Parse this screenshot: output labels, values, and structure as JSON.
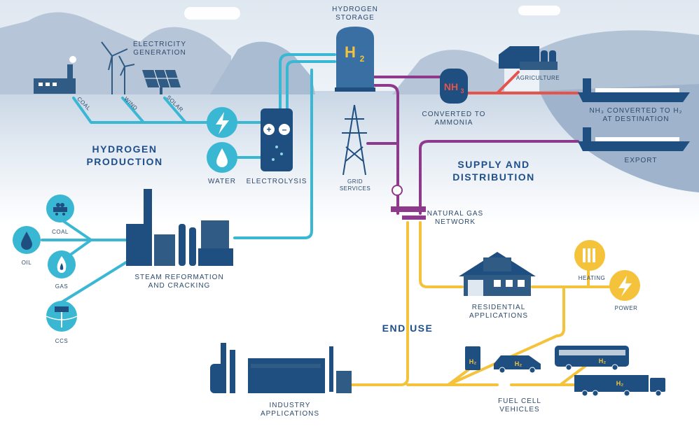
{
  "sections": {
    "production": [
      "HYDROGEN",
      "PRODUCTION"
    ],
    "supply": [
      "SUPPLY AND",
      "DISTRIBUTION"
    ],
    "end_use": "END USE"
  },
  "labels": {
    "electricity_generation": [
      "ELECTRICITY",
      "GENERATION"
    ],
    "coal_line": "COAL",
    "wind_line": "WIND",
    "solar_line": "SOLAR",
    "water": "WATER",
    "electrolysis": "ELECTROLYSIS",
    "hydrogen_storage": [
      "HYDROGEN",
      "STORAGE"
    ],
    "h2_symbol": "H",
    "h2_sub": "2",
    "nh3_symbol": "NH",
    "nh3_sub": "3",
    "converted_ammonia": [
      "CONVERTED TO",
      "AMMONIA"
    ],
    "agriculture": "AGRICULTURE",
    "nh3_destination": [
      "NH₃ CONVERTED TO H₂",
      "AT DESTINATION"
    ],
    "export": "EXPORT",
    "grid_services": [
      "GRID",
      "SERVICES"
    ],
    "natural_gas_network": [
      "NATURAL GAS",
      "NETWORK"
    ],
    "coal": "COAL",
    "oil": "OIL",
    "gas": "GAS",
    "ccs": "CCS",
    "steam_reformation": [
      "STEAM REFORMATION",
      "AND CRACKING"
    ],
    "residential": [
      "RESIDENTIAL",
      "APPLICATIONS"
    ],
    "heating": "HEATING",
    "power": "POWER",
    "industry": [
      "INDUSTRY",
      "APPLICATIONS"
    ],
    "fuel_cell": [
      "FUEL CELL",
      "VEHICLES"
    ],
    "vehicle_h2": "H₂"
  },
  "colors": {
    "cyan_pipe": "#3ab7d3",
    "purple_pipe": "#8e3a8c",
    "yellow_pipe": "#f5c33b",
    "red_pipe": "#e5534b",
    "navy": "#1e4f80",
    "dark_navy": "#173c63",
    "label_text": "#2d4a6b",
    "section_text": "#1f4f8a",
    "h2_yellow": "#f5c33b"
  },
  "icons": [
    "lightning-icon",
    "water-drop-icon",
    "coal-cart-icon",
    "oil-drop-icon",
    "gas-flame-icon",
    "ccs-icon",
    "radiator-icon",
    "power-bolt-icon",
    "fuel-pump-icon",
    "wind-turbine-icon",
    "solar-panel-icon",
    "pylon-icon",
    "factory-icon"
  ]
}
